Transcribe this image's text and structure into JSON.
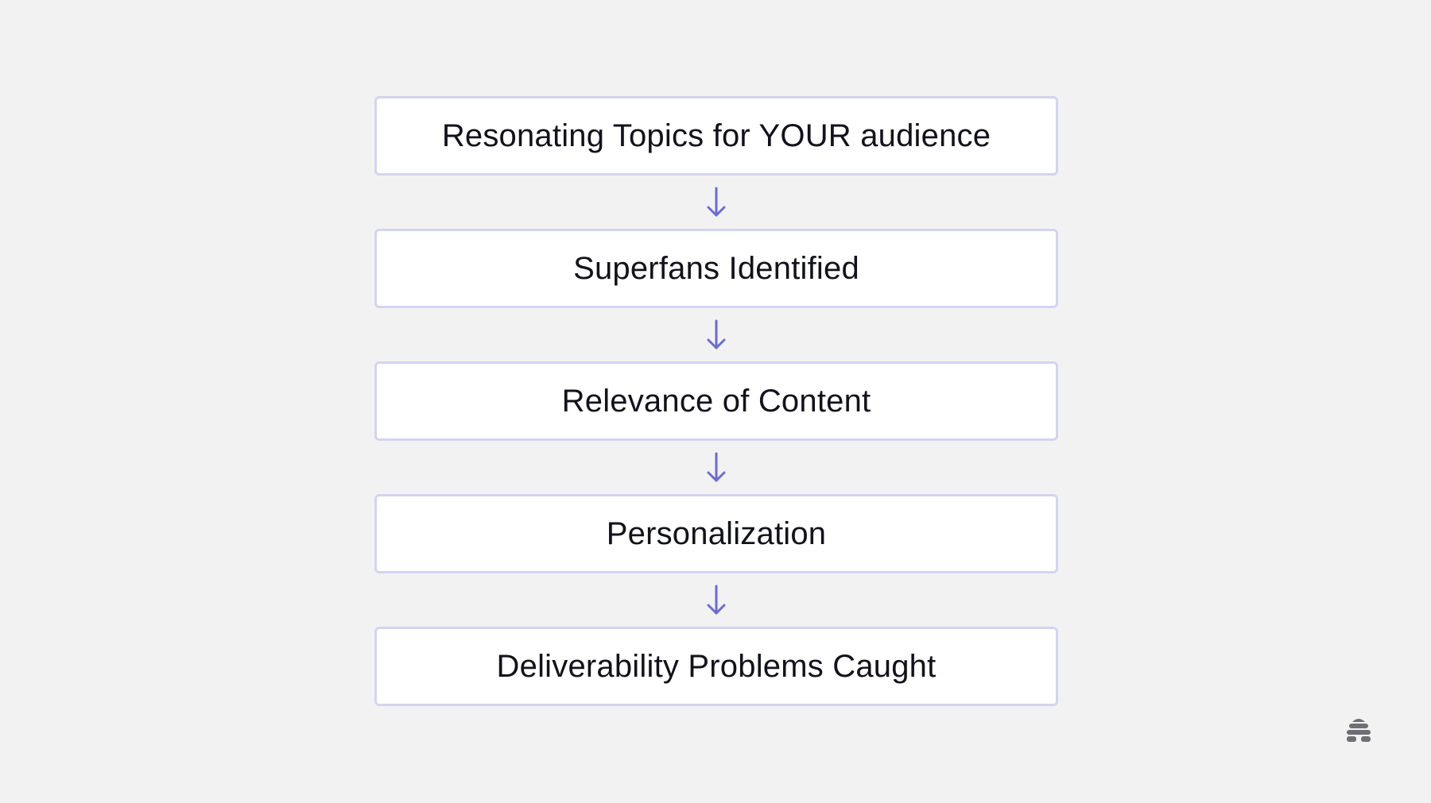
{
  "diagram": {
    "steps": [
      {
        "label": "Resonating Topics for YOUR audience"
      },
      {
        "label": "Superfans Identified"
      },
      {
        "label": "Relevance of Content"
      },
      {
        "label": "Personalization"
      },
      {
        "label": "Deliverability Problems Caught"
      }
    ],
    "arrow_color": "#6b6bd6",
    "box_border_color": "#d3d3f3"
  },
  "logo": {
    "icon": "beehive-logo-icon"
  }
}
